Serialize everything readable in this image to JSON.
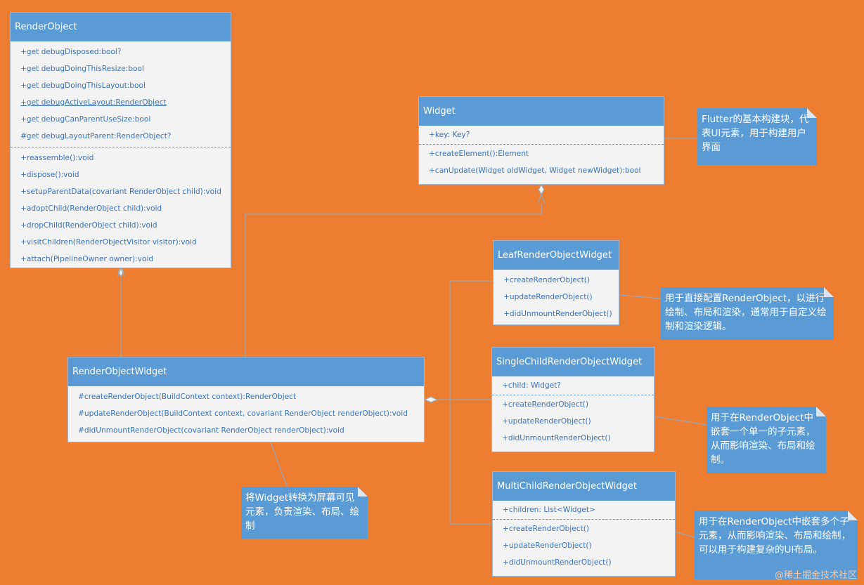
{
  "classes": {
    "render_object": {
      "title": "RenderObject",
      "fields": [
        "+get debugDisposed:bool?",
        "+get debugDoingThisResize:bool",
        "+get debugDoingThisLayout:bool",
        "+get debugActiveLayout:RenderObject",
        "+get debugCanParentUseSize:bool",
        "#get debugLayoutParent:RenderObject?"
      ],
      "methods": [
        "+reassemble():void",
        "+dispose():void",
        "+setupParentData(covariant RenderObject child):void",
        "+adoptChild(RenderObject child):void",
        "+dropChild(RenderObject child):void",
        "+visitChildren(RenderObjectVisitor visitor):void",
        "+attach(PipelineOwner owner):void"
      ]
    },
    "widget": {
      "title": "Widget",
      "fields": [
        "+key: Key?"
      ],
      "methods": [
        "+createElement():Element",
        "+canUpdate(Widget oldWidget, Widget newWidget):bool"
      ]
    },
    "render_object_widget": {
      "title": "RenderObjectWidget",
      "methods": [
        "#createRenderObject(BuildContext context):RenderObject",
        "#updateRenderObject(BuildContext context, covariant RenderObject renderObject):void",
        "#didUnmountRenderObject(covariant RenderObject renderObject):void"
      ]
    },
    "leaf": {
      "title": "LeafRenderObjectWidget",
      "methods": [
        "+createRenderObject()",
        "+updateRenderObject()",
        "+didUnmountRenderObject()"
      ]
    },
    "single": {
      "title": "SingleChildRenderObjectWidget",
      "fields": [
        "+child: Widget?"
      ],
      "methods": [
        "+createRenderObject()",
        "+updateRenderObject()",
        "+didUnmountRenderObject()"
      ]
    },
    "multi": {
      "title": "MultiChildRenderObjectWidget",
      "fields": [
        "+children: List<Widget>"
      ],
      "methods": [
        "+createRenderObject()",
        "+updateRenderObject()",
        "+didUnmountRenderObject()"
      ]
    }
  },
  "notes": {
    "widget": "Flutter的基本构建块，代表UI元素，用于构建用户界面",
    "leaf": "用于直接配置RenderObject，以进行绘制、布局和渲染，通常用于自定义绘制和渲染逻辑。",
    "single": "用于在RenderObject中嵌套一个单一的子元素，从而影响渲染、布局和绘制。",
    "render_object_widget": "将Widget转换为屏幕可见元素，负责渲染、布局、绘制",
    "multi": "用于在RenderObject中嵌套多个子元素，从而影响渲染、布局和绘制，可以用于构建复杂的UI布局。"
  },
  "watermark": "@稀土掘金技术社区",
  "colors": {
    "background": "#ED7D31",
    "header": "#5B9BD5",
    "body": "#F3F3F3",
    "member_text": "#3A72B6",
    "connector": "#9AA6B2"
  }
}
